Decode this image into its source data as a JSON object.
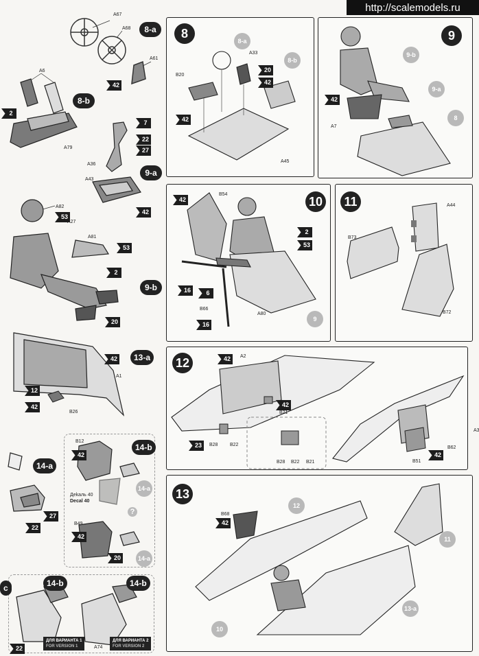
{
  "watermark": "http://scalemodels.ru",
  "steps": {
    "s8": "8",
    "s9": "9",
    "s10": "10",
    "s11": "11",
    "s12": "12",
    "s13": "13"
  },
  "substeps": {
    "s8a": "8-a",
    "s8b": "8-b",
    "s9a": "9-a",
    "s9b": "9-b",
    "s13a": "13-a",
    "s14a": "14-a",
    "s14b_top": "14-b",
    "s14b_v1": "14-b",
    "s14b_v2": "14-b",
    "s14c": "c"
  },
  "refs": {
    "r8a_s8": "8-a",
    "r8b_s8": "8-b",
    "r9b_s9": "9-b",
    "r9a_s9": "9-a",
    "r8_s9": "8",
    "r9_s10": "9",
    "r12_s13": "12",
    "r11_s13": "11",
    "r13a_s13": "13-a",
    "r10_s13": "10",
    "r14a_b12": "14-a",
    "r14a_b49": "14-a"
  },
  "parts": {
    "A67": "A67",
    "A68": "A68",
    "A61": "A61",
    "A6": "A6",
    "A79": "A79",
    "A36": "A36",
    "A43": "A43",
    "A82": "A82",
    "A27": "A27",
    "A81": "A81",
    "A1": "A1",
    "B26": "B26",
    "A33": "A33",
    "B20": "B20",
    "A45": "A45",
    "A7": "A7",
    "B54": "B54",
    "B66": "B66",
    "A80": "A80",
    "A44": "A44",
    "B73": "B73",
    "B72": "B72",
    "A2": "A2",
    "B21a": "B21",
    "B22a": "B22",
    "B28a": "B28",
    "B28b": "B28",
    "B22b": "B22",
    "B21b": "B21",
    "B51": "B51",
    "B62": "B62",
    "A3x": "A3",
    "B68": "B68",
    "B12": "B12",
    "B49": "B49",
    "A74": "A74"
  },
  "paints": {
    "p42_8a": "42",
    "p7": "7",
    "p22_9a": "22",
    "p27_9a": "27",
    "p42_9a": "42",
    "p53_a82": "53",
    "p53_a81": "53",
    "p2_9b": "2",
    "p20_9b": "20",
    "p2_left": "2",
    "p42_13a": "42",
    "p12_13a": "12",
    "p42_b26": "42",
    "p22_14a": "22",
    "p27_14a": "27",
    "p20_s8": "20",
    "p42_s8a": "42",
    "p42_s8b": "42",
    "p42_s9": "42",
    "p42_s10": "42",
    "p2_s10": "2",
    "p53_s10": "53",
    "p16a_s10": "16",
    "p6_s10": "6",
    "p16b_s10": "16",
    "p42_s12a": "42",
    "p42_s12b": "42",
    "p23_s12": "23",
    "p42_s12c": "42",
    "p42_s13": "42",
    "p42_b12": "42",
    "p42_b49": "42",
    "p20_b49": "20",
    "p22_v1": "22"
  },
  "decal": {
    "ru": "Деkаль 40",
    "en": "Decal 40"
  },
  "versions": {
    "v1": {
      "ru": "ДЛЯ ВАРИАНТА 1",
      "en": "FOR VERSION  1"
    },
    "v2": {
      "ru": "ДЛЯ ВАРИАНТА 2",
      "en": "FOR VERSION  2"
    }
  },
  "help_glyph": "?"
}
